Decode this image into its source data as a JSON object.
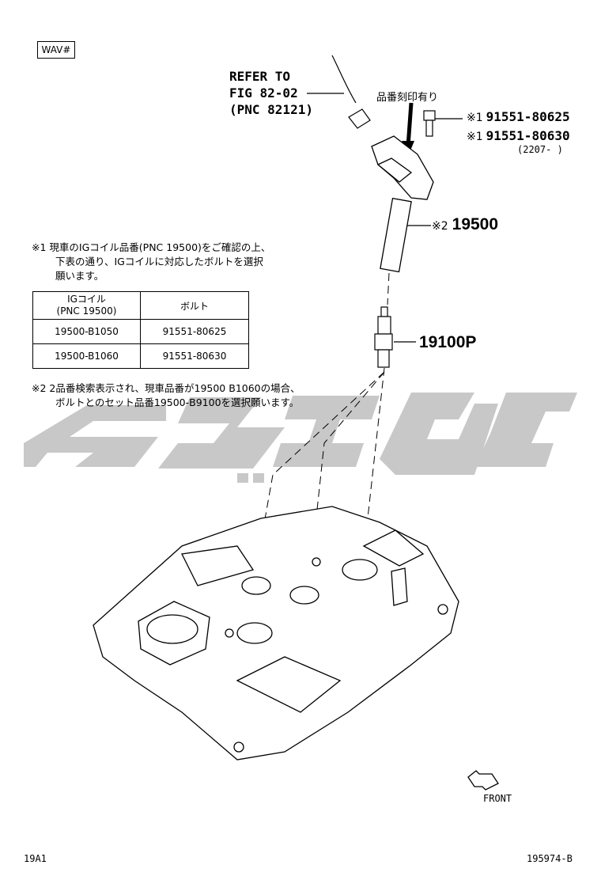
{
  "header": {
    "tag": "WAV#"
  },
  "refer": {
    "line1": "REFER TO",
    "line2": "FIG 82-02",
    "line3": "(PNC 82121)"
  },
  "marking_note": "品番刻印有り",
  "bolts": [
    {
      "mark": "※1",
      "part_no": "91551-80625"
    },
    {
      "mark": "※1",
      "part_no": "91551-80630"
    }
  ],
  "bolt_date": "(2207-      )",
  "coil": {
    "mark": "※2",
    "part_no": "19500"
  },
  "plug": {
    "part_no": "19100P"
  },
  "note1": {
    "mark": "※1",
    "line1": "現車のIGコイル品番(PNC 19500)をご確認の上、",
    "line2": "下表の通り、IGコイルに対応したボルトを選択",
    "line3": "願います。"
  },
  "table": {
    "header_col1_line1": "IGコイル",
    "header_col1_line2": "(PNC 19500)",
    "header_col2": "ボルト",
    "rows": [
      {
        "coil": "19500-B1050",
        "bolt": "91551-80625"
      },
      {
        "coil": "19500-B1060",
        "bolt": "91551-80630"
      }
    ]
  },
  "note2": {
    "mark": "※2",
    "line1": "2品番検索表示され、現車品番が19500 B1060の場合、",
    "line2": "ボルトとのセット品番19500-B9100を選択願います。"
  },
  "front_label": "FRONT",
  "footer": {
    "left": "19A1",
    "right": "195974-B"
  },
  "watermark_color": "#c8c8c8"
}
